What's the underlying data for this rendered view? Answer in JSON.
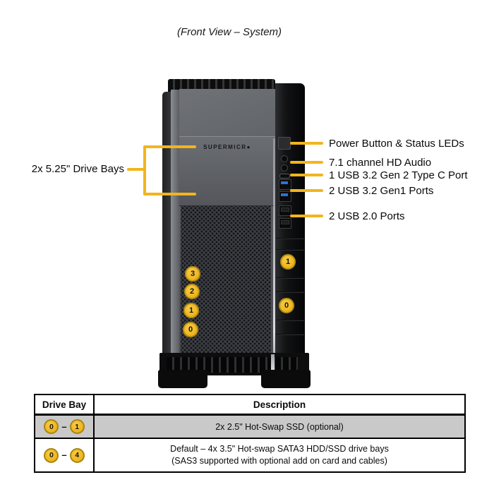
{
  "title": "(Front View – System)",
  "chassis": {
    "logo_text": "SUPERMICR●",
    "left_bay_badges": [
      "3",
      "2",
      "1",
      "0"
    ],
    "right_bay_badges": [
      "1",
      "0"
    ]
  },
  "callouts": {
    "left_drive_bays": "2x 5.25\" Drive Bays",
    "right": [
      "Power Button & Status LEDs",
      "7.1 channel HD Audio",
      "1 USB 3.2 Gen 2 Type C Port",
      "2 USB 3.2 Gen1 Ports",
      "2 USB 2.0 Ports"
    ]
  },
  "table": {
    "columns": [
      "Drive Bay",
      "Description"
    ],
    "badge_dash": "–",
    "rows": [
      {
        "from": "0",
        "to": "1",
        "desc_lines": [
          "2x 2.5\" Hot-Swap SSD (optional)"
        ]
      },
      {
        "from": "0",
        "to": "4",
        "desc_lines": [
          "Default – 4x 3.5\" Hot-swap SATA3 HDD/SSD drive bays",
          "(SAS3 supported with optional add on card and cables)"
        ]
      }
    ]
  },
  "colors": {
    "accent_yellow": "#F2B51D",
    "badge_fill": "#EEB31C",
    "badge_border": "#B8900F",
    "table_row_gray": "#C9C9C9"
  }
}
